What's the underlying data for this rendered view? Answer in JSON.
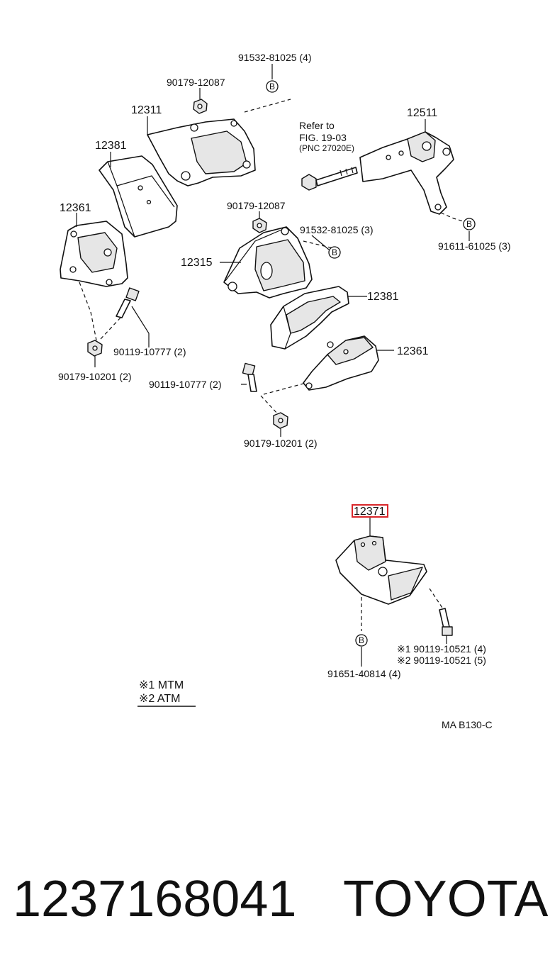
{
  "diagram": {
    "labels": {
      "p91532_top": "91532-81025 (4)",
      "p90179_12087_top": "90179-12087",
      "p12311": "12311",
      "p12381_left": "12381",
      "p12361_left": "12361",
      "refer_1": "Refer to",
      "refer_2": "FIG. 19-03",
      "refer_3": "(PNC 27020E)",
      "p12511": "12511",
      "p91611": "91611-61025 (3)",
      "p90179_12087_mid": "90179-12087",
      "p91532_mid": "91532-81025 (3)",
      "p12315": "12315",
      "p12381_right": "12381",
      "p12361_right": "12361",
      "p90119_10777_left": "90119-10777 (2)",
      "p90179_10201_left": "90179-10201  (2)",
      "p90119_10777_mid": "90119-10777 (2)",
      "p90179_10201_mid": "90179-10201  (2)",
      "p12371": "12371",
      "p91651": "91651-40814 (4)",
      "p90119_10521_1": "※1 90119-10521 (4)",
      "p90119_10521_2": "※2 90119-10521 (5)",
      "legend_1": "※1 MTM",
      "legend_2": "※2 ATM",
      "fig_code": "MA  B130-C",
      "b_marker": "B"
    },
    "highlight_color": "#d9262a"
  },
  "footer": {
    "part_number": "1237168041",
    "brand": "TOYOTA"
  }
}
